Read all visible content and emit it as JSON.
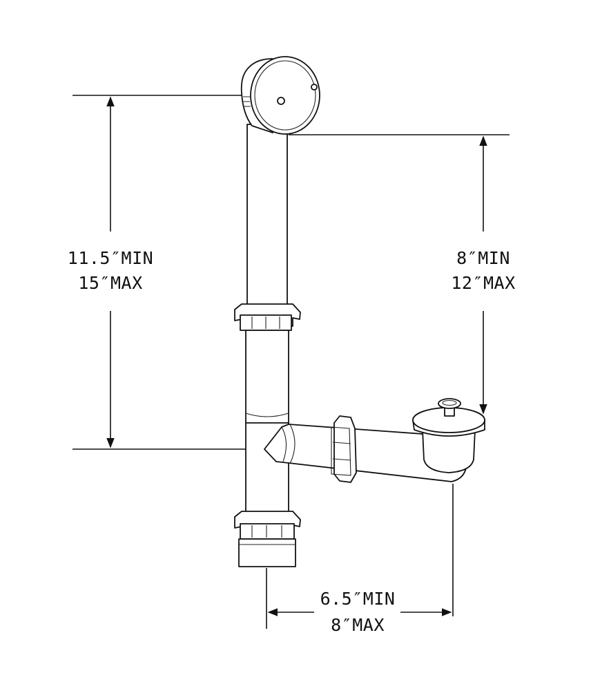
{
  "dimensions": {
    "overflow_height": {
      "min": "11.5″MIN",
      "max": "15″MAX"
    },
    "drain_height": {
      "min": "8″MIN",
      "max": "12″MAX"
    },
    "horizontal_length": {
      "min": "6.5″MIN",
      "max": "8″MAX"
    }
  },
  "colors": {
    "line": "#111111",
    "background": "#ffffff"
  }
}
